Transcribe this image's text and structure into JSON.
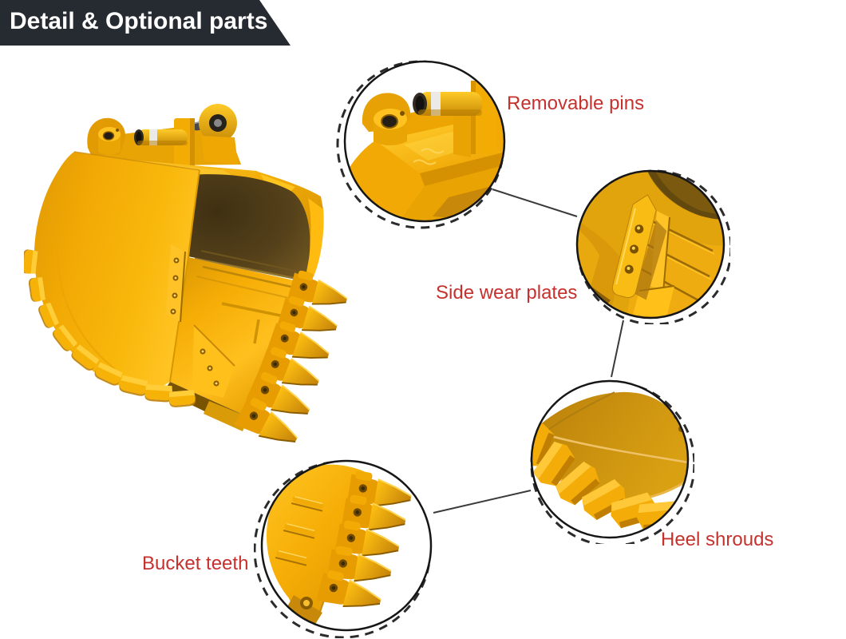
{
  "banner": {
    "title": "Detail & Optional parts",
    "bg_color": "#262b31",
    "text_color": "#ffffff"
  },
  "theme": {
    "label_color": "#c5322e",
    "line_color": "#3a3a3a",
    "circle_stroke": "#161616",
    "dash_stroke": "#2b2b2b",
    "background": "#ffffff",
    "bucket_yellow": "#f2a905",
    "bucket_yellow_bright": "#ffc41e",
    "bucket_yellow_dark": "#c8880a",
    "bucket_shadow": "#57421b"
  },
  "product": {
    "name": "excavator bucket",
    "teeth_count": 6,
    "heel_shroud_count": 9,
    "removable_pin_count": 2
  },
  "callouts": [
    {
      "id": "removable-pins",
      "label": "Removable pins",
      "feature": "bucket pins closeup"
    },
    {
      "id": "side-wear-plates",
      "label": "Side wear plates",
      "feature": "bolted side wear plate closeup"
    },
    {
      "id": "heel-shrouds",
      "label": "Heel shrouds",
      "feature": "heel shroud blocks closeup"
    },
    {
      "id": "bucket-teeth",
      "label": "Bucket teeth",
      "feature": "teeth row closeup"
    }
  ]
}
